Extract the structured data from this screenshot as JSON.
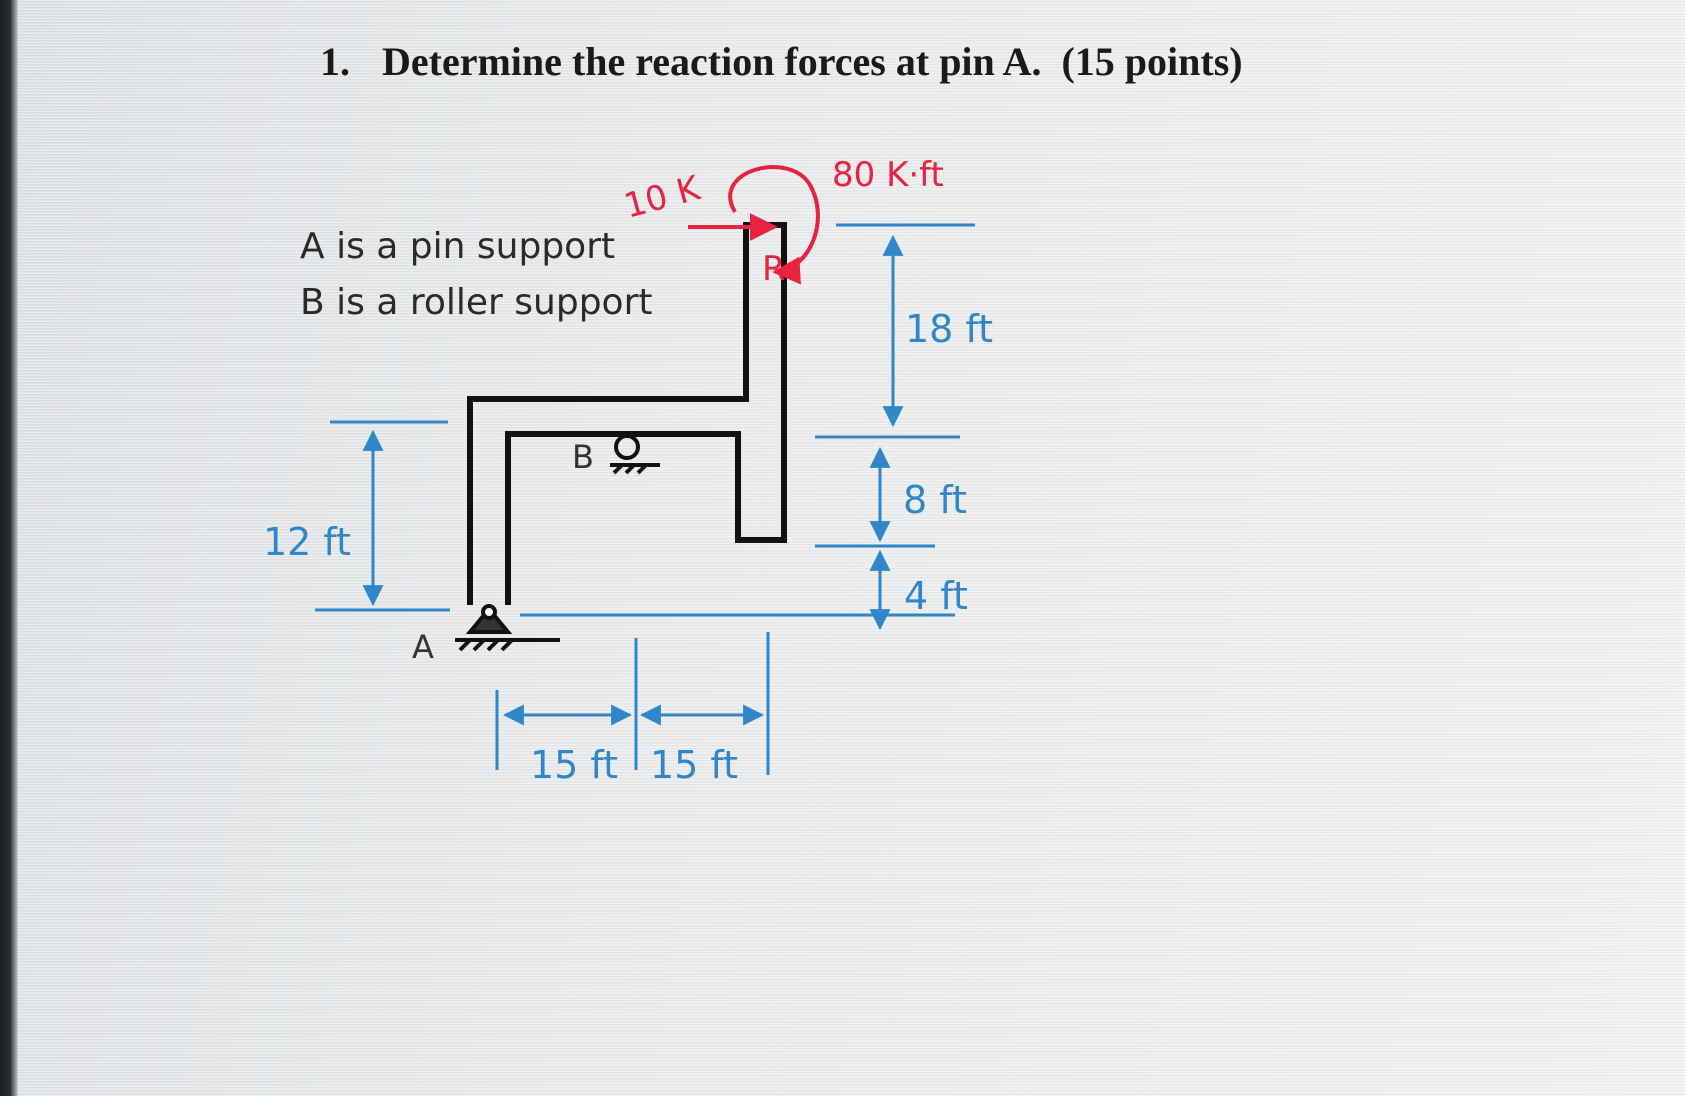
{
  "question": {
    "number": "1.",
    "text": "Determine the reaction forces at pin A.",
    "points": "(15 points)"
  },
  "notes": {
    "a": "A is a pin support",
    "b": "B is a roller support"
  },
  "labels": {
    "a": "A",
    "b": "B"
  },
  "loads": {
    "force": "10 K",
    "moment": "80 K·ft",
    "moment_marker": "R"
  },
  "dimensions": {
    "d18": "18 ft",
    "d8": "8 ft",
    "d4": "4 ft",
    "d12": "12 ft",
    "d15a": "15 ft",
    "d15b": "15 ft"
  },
  "colors": {
    "annotation_blue": "#2f86c8",
    "annotation_red": "#e8233f",
    "frame": "#111111"
  }
}
